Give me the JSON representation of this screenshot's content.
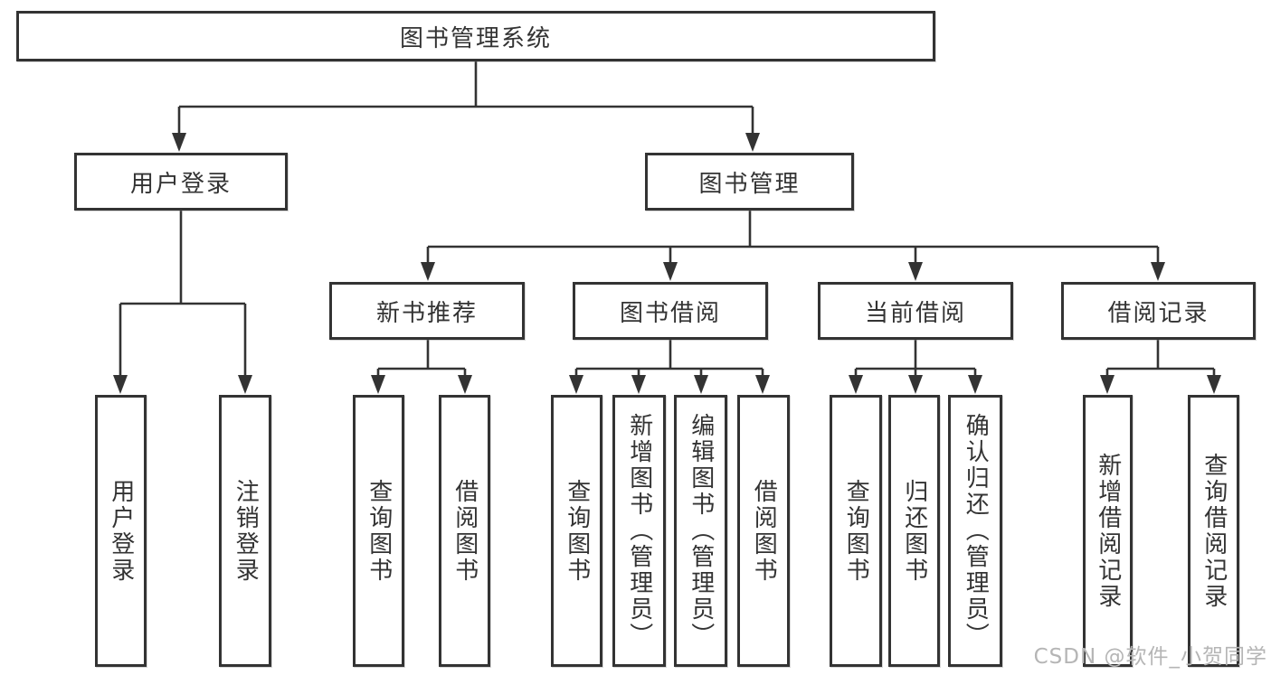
{
  "diagram": {
    "type": "tree",
    "colors": {
      "line": "#333333",
      "text": "#333333",
      "box_bg": "#ffffff",
      "watermark": "#b5b5b5"
    },
    "tree": {
      "label": "图书管理系统",
      "children": [
        {
          "label": "用户登录",
          "children": [
            {
              "label": "用户登录"
            },
            {
              "label": "注销登录"
            }
          ]
        },
        {
          "label": "图书管理",
          "children": [
            {
              "label": "新书推荐",
              "children": [
                {
                  "label": "查询图书"
                },
                {
                  "label": "借阅图书"
                }
              ]
            },
            {
              "label": "图书借阅",
              "children": [
                {
                  "label": "查询图书"
                },
                {
                  "label": "新增图书（管理员）"
                },
                {
                  "label": "编辑图书（管理员）"
                },
                {
                  "label": "借阅图书"
                }
              ]
            },
            {
              "label": "当前借阅",
              "children": [
                {
                  "label": "查询图书"
                },
                {
                  "label": "归还图书"
                },
                {
                  "label": "确认归还（管理员）"
                }
              ]
            },
            {
              "label": "借阅记录",
              "children": [
                {
                  "label": "新增借阅记录"
                },
                {
                  "label": "查询借阅记录"
                }
              ]
            }
          ]
        }
      ]
    }
  },
  "watermark": {
    "text": "CSDN @软件_小贺同学"
  }
}
